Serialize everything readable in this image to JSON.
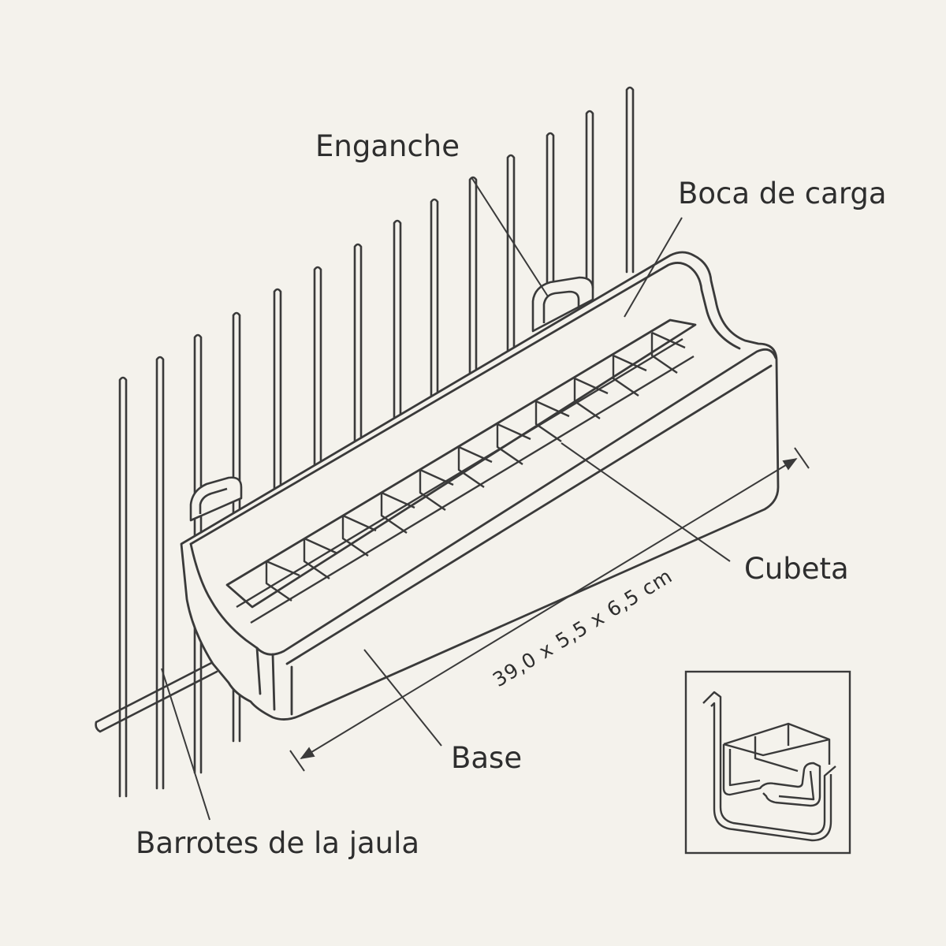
{
  "labels": {
    "enganche": "Enganche",
    "boca_de_carga": "Boca de carga",
    "cubeta": "Cubeta",
    "base": "Base",
    "barrotes": "Barrotes de la jaula"
  },
  "dimensions": "39,0 x 5,5 x 6,5 cm",
  "colors": {
    "background": "#f4f2ec",
    "line": "#3a3a3a",
    "text": "#2e2e2e"
  }
}
